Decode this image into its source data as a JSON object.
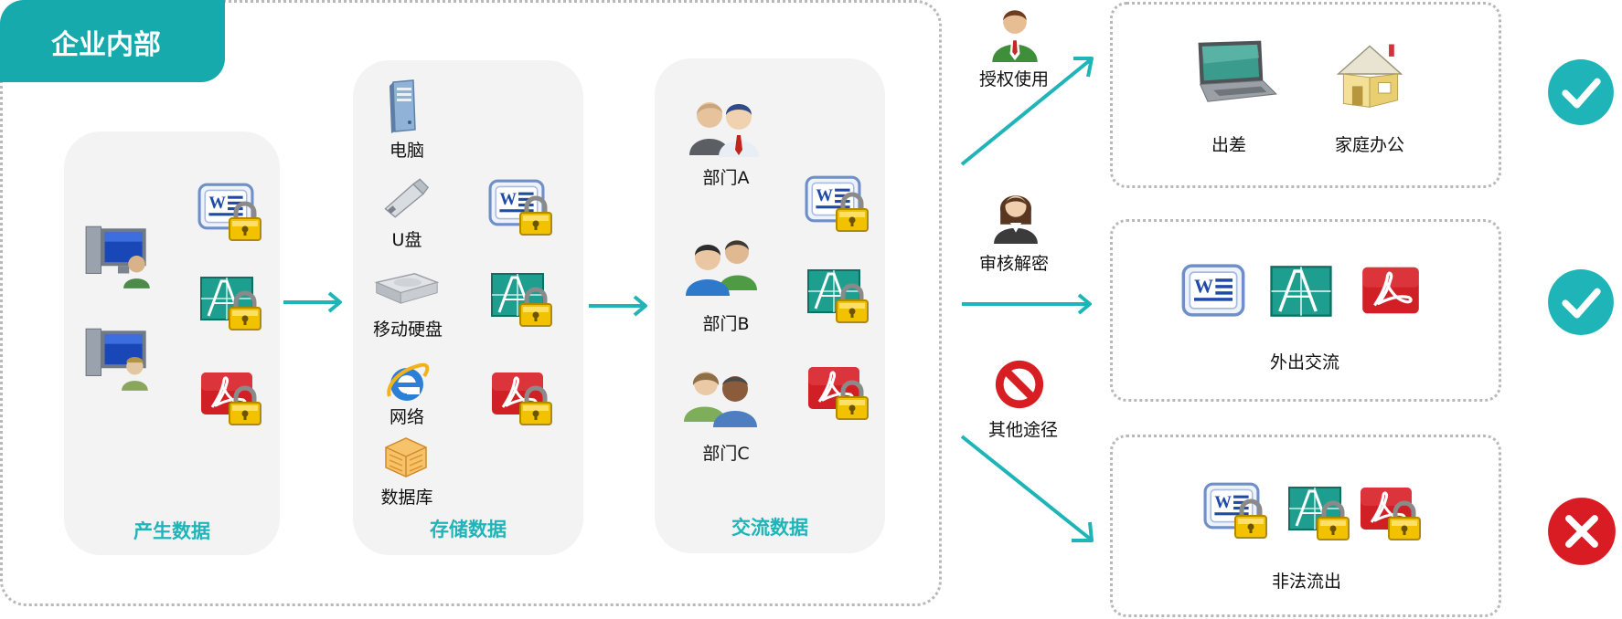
{
  "enterprise": {
    "title": "企业内部"
  },
  "columns": {
    "produce": {
      "title": "产生数据"
    },
    "store": {
      "title": "存储数据",
      "items": [
        "电脑",
        "U盘",
        "移动硬盘",
        "网络",
        "数据库"
      ]
    },
    "exchange": {
      "title": "交流数据",
      "items": [
        "部门A",
        "部门B",
        "部门C"
      ]
    }
  },
  "channels": {
    "authorized": {
      "label": "授权使用",
      "targets": [
        "出差",
        "家庭办公"
      ],
      "status": "allowed"
    },
    "decrypt": {
      "label": "审核解密",
      "target": "外出交流",
      "status": "allowed"
    },
    "other": {
      "label": "其他途径",
      "target": "非法流出",
      "status": "blocked"
    }
  },
  "colors": {
    "teal": "#1fb5b8",
    "check": "#1fb5b8",
    "cross": "#d91c24",
    "tab": "#17aaad"
  }
}
